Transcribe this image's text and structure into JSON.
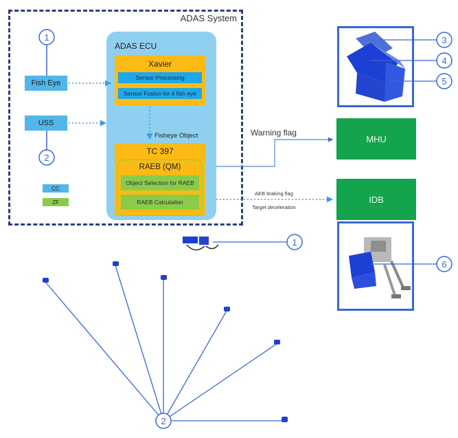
{
  "system": {
    "title": "ADAS System",
    "ecu_title": "ADAS ECU",
    "xavier": {
      "title": "Xavier",
      "items": [
        "Sensor Processing",
        "Sensor Fusion for 4 fish eye"
      ]
    },
    "fisheye_object": "Fisheye Object",
    "tc397": {
      "title": "TC 397",
      "raeb": {
        "title": "RAEB (QM)",
        "items": [
          "Object Selection for RAEB",
          "RAEB Calculation"
        ]
      }
    },
    "sensors": [
      "Fish Eye",
      "USS"
    ],
    "legend": [
      "CC",
      "ZF"
    ]
  },
  "outputs": {
    "warning_flag": "Warning flag",
    "mhu": "MHU",
    "aeb_braking_flag": "AEB braking flag",
    "target_deceleration": "Target deceleration",
    "idb": "IDB"
  },
  "callouts": [
    "1",
    "2",
    "3",
    "4",
    "5",
    "6",
    "1",
    "2"
  ],
  "colors": {
    "dashed_border": "#2a3f7a",
    "ecu_bg": "#8fd0f0",
    "orange": "#fbbb14",
    "blue_bar": "#1fa7e9",
    "green_bar": "#8ccb4a",
    "output_green": "#14a44d",
    "line_blue": "#3768d6"
  }
}
